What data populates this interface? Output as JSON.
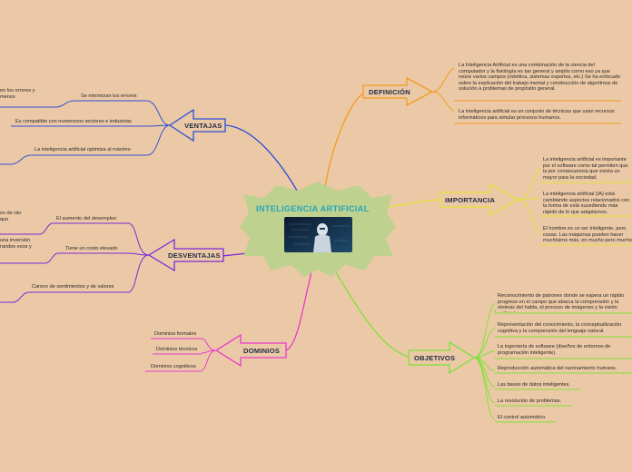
{
  "central": {
    "title": "INTELIGENCIA ARTIFICIAL",
    "image_icon": "robot-image-icon"
  },
  "colors": {
    "background": "#ecc9a6",
    "central_shape": "#bfd18f",
    "central_title": "#2aa6b8",
    "definicion": "#f29b1d",
    "importancia": "#e2e23a",
    "objetivos": "#7fe03a",
    "dominios": "#e83ad0",
    "desventajas": "#7b2ad8",
    "ventajas": "#2f4fd8"
  },
  "branches": {
    "definicion": {
      "label": "DEFINICIÓN",
      "items": [
        "La Inteligencia Artificial es una combinación de la ciencia del computador y la fisiología es tan general y amplio como eso ya que reúne varios campos (robótica, sistemas expertos, etc.) Se ha enfocado sobre la explicación del trabajo mental y construcción de algoritmos de solución a problemas de propósito general.",
        "La inteligencia artificial es un conjunto de técnicas que usan recursos informáticos para simular procesos humanos."
      ]
    },
    "importancia": {
      "label": "IMPORTANCIA",
      "items": [
        "La inteligencia artificial es importante por el software como tal permiten que la por consecuencia que exista un mayor para la sociedad.",
        "La inteligencia artificial (IA) está cambiando aspectos relacionados con la forma de está sucediendo más rápido de lo que adaptarnos.",
        "El hombre es un ser inteligente, pero cosas. Las máquinas pueden hacer muchísimo más, en mucho pero mucho"
      ]
    },
    "objetivos": {
      "label": "OBJETIVOS",
      "items": [
        "Reconocimiento de patrones donde se espera un rápido progreso en el campo que abarca la comprensión y la síntesis del habla, el proceso de imágenes y la visión artificial.",
        "Representación del conocimiento, la conceptualización cognitiva y la comprensión del lenguaje natural.",
        "La ingeniería de software (diseños de entornos de programación inteligente).",
        "Reproducción automática del razonamiento humano.",
        "Las bases de datos inteligentes.",
        "La resolución de problemas.",
        "El control automático."
      ]
    },
    "dominios": {
      "label": "DOMINIOS",
      "items": [
        "Dominios formales",
        "Dominios técnicos",
        "Dominios cognitivos"
      ]
    },
    "desventajas": {
      "label": "DESVENTAJAS",
      "items": [
        "El aumento del desempleo",
        "Tiene un costo elevado",
        "Carece de sentimientos y de valores"
      ],
      "sub_items": [
        "es de rán que",
        "una inversión randes esos y"
      ]
    },
    "ventajas": {
      "label": "VENTAJAS",
      "items": [
        "Se minimizan los errores",
        "Es compatible con numerosos sectores e industrias",
        "La inteligencia artificial optimiza al máximo"
      ],
      "sub_items": [
        "en los errores y menos"
      ]
    }
  }
}
